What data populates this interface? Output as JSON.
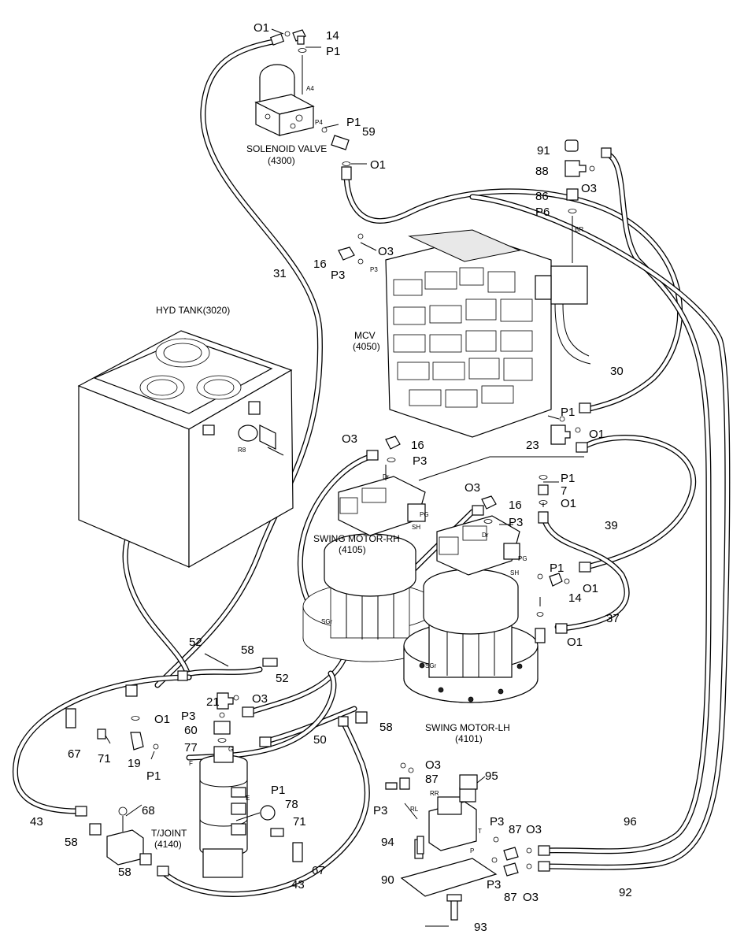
{
  "components": {
    "solenoid_valve": "SOLENOID VALVE",
    "solenoid_valve_no": "(4300)",
    "hyd_tank": "HYD TANK(3020)",
    "mcv": "MCV",
    "mcv_no": "(4050)",
    "swing_motor_rh": "SWING MOTOR-RH",
    "swing_motor_rh_no": "(4105)",
    "swing_motor_lh": "SWING MOTOR-LH",
    "swing_motor_lh_no": "(4101)",
    "tjoint": "T/JOINT",
    "tjoint_no": "(4140)"
  },
  "port_labels": {
    "a4": "A4",
    "p4": "P4",
    "br": "BR",
    "p3": "P3",
    "r8": "R8",
    "dr_rh": "Dr",
    "pg_rh": "PG",
    "sh_rh": "SH",
    "sgr_rh": "SGr",
    "dr_lh": "Dr",
    "pg_lh": "PG",
    "sh_lh": "SH",
    "sgr_lh": "SGr",
    "f": "F",
    "e": "E",
    "g": "G",
    "rr": "RR",
    "rl": "RL",
    "t": "T",
    "p": "P"
  },
  "part_labels": {
    "o1_top": "O1",
    "n14_top": "14",
    "p1_top": "P1",
    "p1_sol": "P1",
    "n59": "59",
    "o1_sol": "O1",
    "n91": "91",
    "n88": "88",
    "o3_88": "O3",
    "n86": "86",
    "p6": "P6",
    "n16_mcv": "16",
    "o3_mcv": "O3",
    "p3_mcv": "P3",
    "n31": "31",
    "n30": "30",
    "p1_23": "P1",
    "n23": "23",
    "o1_23": "O1",
    "o3_rh": "O3",
    "n16_rh": "16",
    "p3_rh": "P3",
    "p1_7": "P1",
    "n7": "7",
    "o1_7": "O1",
    "o3_lh": "O3",
    "n16_lh": "16",
    "p3_lh": "P3",
    "n39": "39",
    "p1_14": "P1",
    "n14_lh": "14",
    "o1_14": "O1",
    "n37": "37",
    "o1_37": "O1",
    "n52a": "52",
    "n58a": "58",
    "n52b": "52",
    "n21": "21",
    "o3_21": "O3",
    "p3_60": "P3",
    "n60": "60",
    "o1_19": "O1",
    "n77": "77",
    "n50": "50",
    "n58b": "58",
    "n67a": "67",
    "n71a": "71",
    "n19": "19",
    "p1_19": "P1",
    "n43a": "43",
    "n58c": "58",
    "n68": "68",
    "n58d": "58",
    "p1_78": "P1",
    "n78": "78",
    "n71b": "71",
    "n67b": "67",
    "n43b": "43",
    "o3_87": "O3",
    "n87a": "87",
    "n95": "95",
    "p3_rr": "P3",
    "p3_r": "P3",
    "n87b": "87",
    "o3_87b": "O3",
    "n94": "94",
    "n90": "90",
    "p3_b": "P3",
    "n87c": "87",
    "o3_b": "O3",
    "n93": "93",
    "n96": "96",
    "n92": "92"
  },
  "colors": {
    "line": "#000000",
    "background": "#ffffff"
  }
}
